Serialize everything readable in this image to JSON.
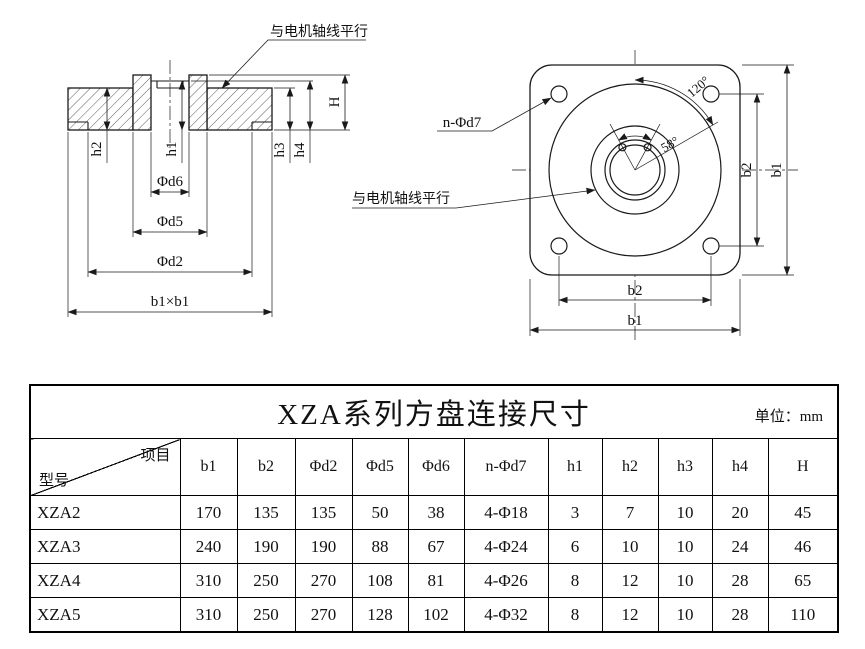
{
  "drawings": {
    "section_view": {
      "leader_label": "与电机轴线平行",
      "dim_H": "H",
      "dim_h1": "h1",
      "dim_h2": "h2",
      "dim_h3": "h3",
      "dim_h4": "h4",
      "dim_d6": "Φd6",
      "dim_d5": "Φd5",
      "dim_d2": "Φd2",
      "dim_b1xb1": "b1×b1"
    },
    "front_view": {
      "hole_callout": "n-Φd7",
      "leader_label": "与电机轴线平行",
      "angle_outer": "120°",
      "angle_inner": "58°",
      "dim_b2_right": "b2",
      "dim_b1_right": "b1",
      "dim_b2_bottom": "b2",
      "dim_b1_bottom": "b1"
    }
  },
  "table": {
    "title": "XZA系列方盘连接尺寸",
    "unit": "单位：mm",
    "corner": {
      "top": "项目",
      "bottom": "型号"
    },
    "columns": [
      "b1",
      "b2",
      "Φd2",
      "Φd5",
      "Φd6",
      "n-Φd7",
      "h1",
      "h2",
      "h3",
      "h4",
      "H"
    ],
    "rows": [
      {
        "model": "XZA2",
        "values": [
          "170",
          "135",
          "135",
          "50",
          "38",
          "4-Φ18",
          "3",
          "7",
          "10",
          "20",
          "45"
        ]
      },
      {
        "model": "XZA3",
        "values": [
          "240",
          "190",
          "190",
          "88",
          "67",
          "4-Φ24",
          "6",
          "10",
          "10",
          "24",
          "46"
        ]
      },
      {
        "model": "XZA4",
        "values": [
          "310",
          "250",
          "270",
          "108",
          "81",
          "4-Φ26",
          "8",
          "12",
          "10",
          "28",
          "65"
        ]
      },
      {
        "model": "XZA5",
        "values": [
          "310",
          "250",
          "270",
          "128",
          "102",
          "4-Φ32",
          "8",
          "12",
          "10",
          "28",
          "110"
        ]
      }
    ]
  }
}
